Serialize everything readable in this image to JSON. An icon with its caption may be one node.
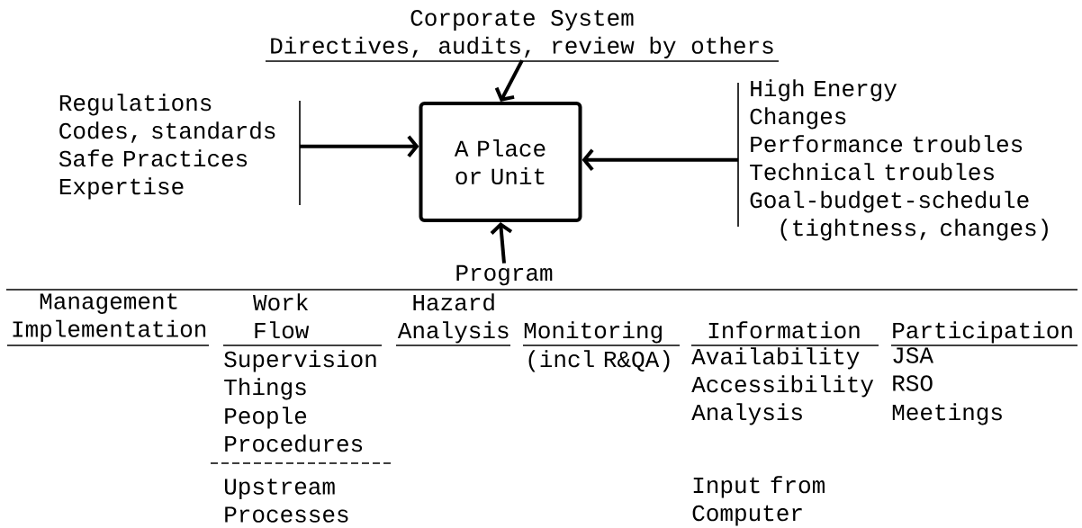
{
  "diagram": {
    "nodes": [
      {
        "text": [
          "A Place or Unit"
        ]
      },
      {
        "text": [
          "Corporate System",
          "Directives, audits, review by others"
        ]
      },
      {
        "text": [
          "Regulations",
          "Codes, standards",
          "Safe Practices",
          "Expertise"
        ]
      },
      {
        "text": [
          "High Energy",
          "Changes",
          "Performance troubles",
          "Technical troubles",
          "Goal-budget-schedule (tightness, changes)"
        ]
      },
      {
        "text": [
          "Program"
        ]
      }
    ],
    "edges": [
      {
        "from": 1,
        "to": 0,
        "arrow": "to"
      },
      {
        "from": 2,
        "to": 0,
        "arrow": "to"
      },
      {
        "from": 3,
        "to": 0,
        "arrow": "to"
      },
      {
        "from": 4,
        "to": 0,
        "arrow": "to"
      }
    ],
    "labels": [
      "Management Implementation",
      "Work Flow",
      "Hazard Analysis",
      "Monitoring",
      "Information",
      "Participation",
      "Supervision",
      "(incl R&QA)",
      "Availability",
      "JSA",
      "Things",
      "Accessibility",
      "RSO",
      "People",
      "Analysis",
      "Meetings",
      "Procedures",
      "Upstream Processes",
      "Input from Computer"
    ]
  }
}
